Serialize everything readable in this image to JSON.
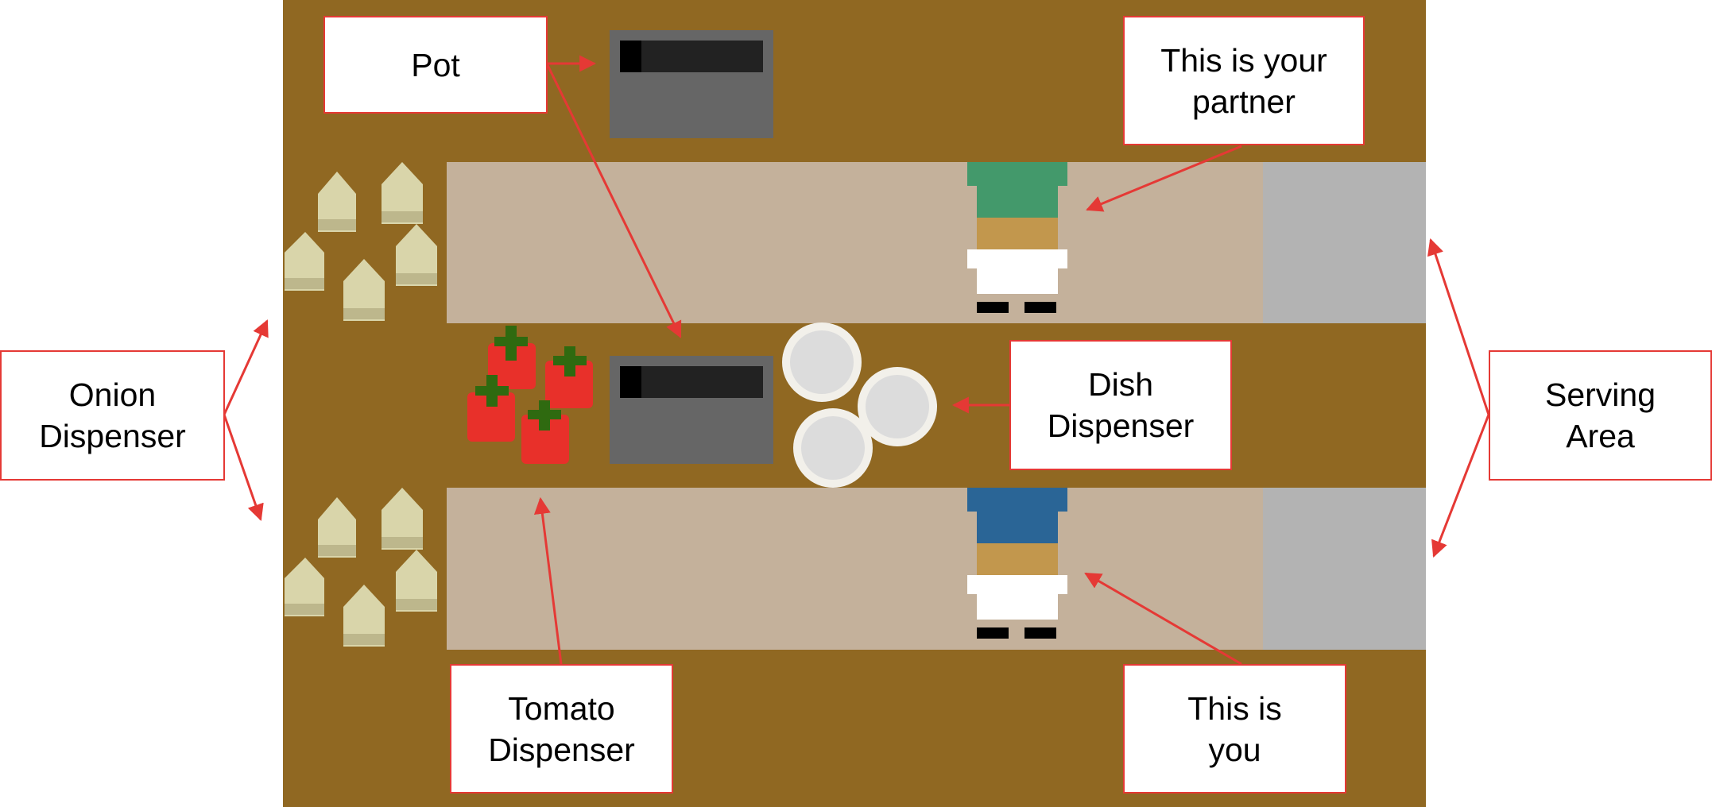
{
  "labels": {
    "pot": "Pot",
    "partner": "This is your\npartner",
    "onion": "Onion\nDispenser",
    "dish": "Dish\nDispenser",
    "serving": "Serving\nArea",
    "tomato": "Tomato\nDispenser",
    "you": "This is\nyou"
  },
  "colors": {
    "counter": "#906822",
    "floor": "#c4b19b",
    "serving": "#b3b3b3",
    "pot": "#666666",
    "partner_hat": "#43996b",
    "player_hat": "#2a6596",
    "arrow": "#e53935"
  },
  "icons": {
    "onion": "onion-icon",
    "tomato": "tomato-icon",
    "dish": "dish-icon",
    "pot": "pot-icon",
    "chef": "chef-icon"
  }
}
